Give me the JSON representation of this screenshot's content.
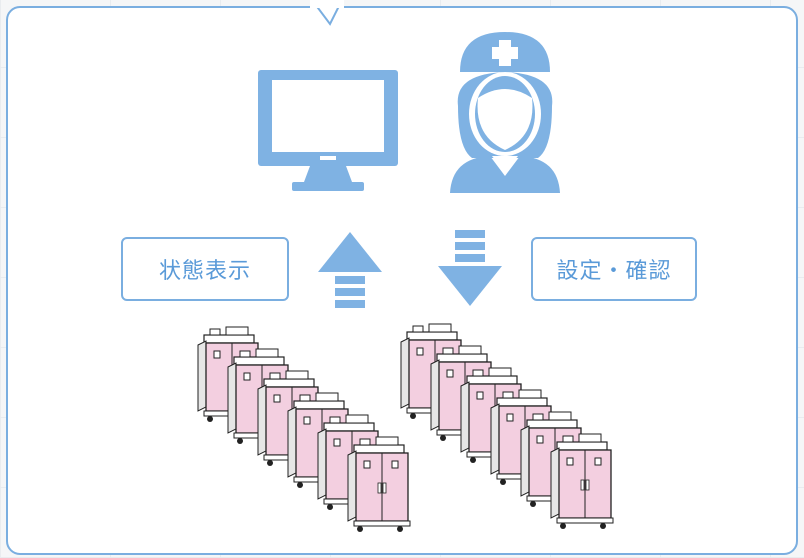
{
  "labels": {
    "status_display": "状態表示",
    "settings_confirm": "設定・確認"
  },
  "icons": {
    "monitor": "monitor-icon",
    "nurse": "nurse-icon",
    "arrow_up": "arrow-up-icon",
    "arrow_down": "arrow-down-icon",
    "cart": "medical-cart-icon"
  },
  "colors": {
    "accent": "#7aaee0",
    "icon_fill": "#7fb2e3",
    "cart_pink": "#f3cfe0",
    "cart_outline": "#222222"
  },
  "carts": {
    "groups": 2,
    "per_group": 6
  }
}
